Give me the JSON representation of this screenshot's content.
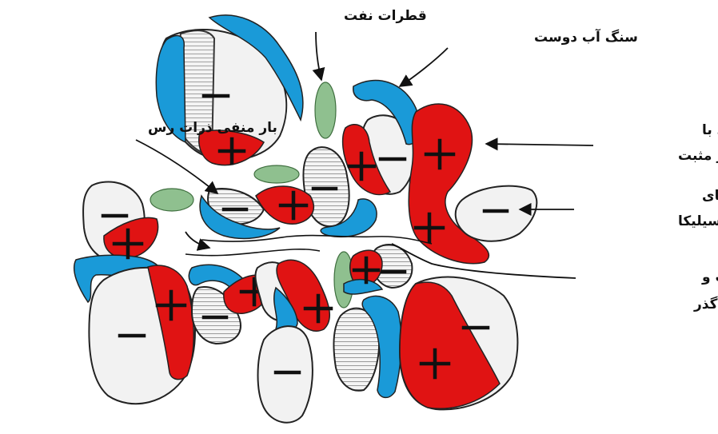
{
  "labels": {
    "oil_droplets": "قطرات نفت",
    "water_wet_rock": "سنگ آب دوست",
    "clay_negative": "بار منفی ذرات رس",
    "asphaltene_line1": "آسفالتین های با",
    "asphaltene_line2": "بار مثبت",
    "silica_line1": "بار منفی دانه های",
    "silica_line2": "سیلیکا",
    "channel_line1": "کانالہ شدن آب و",
    "channel_line2": "نفت کنار گذر"
  },
  "colors": {
    "asphaltene_positive": "#e01313",
    "water_wet_rock": "#1a9ad8",
    "oil_droplet": "#8fc08f",
    "grain": "#f2f2f2"
  }
}
